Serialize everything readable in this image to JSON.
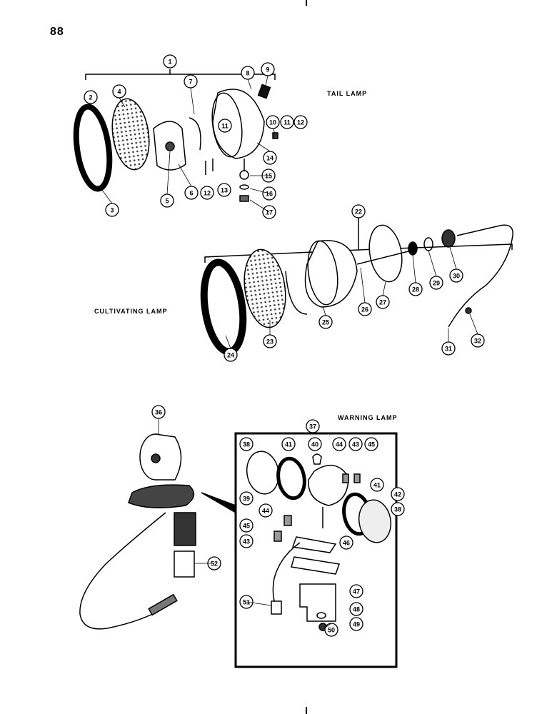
{
  "page_number": "88",
  "labels": {
    "tail_lamp": "TAIL LAMP",
    "cultivating_lamp": "CULTIVATING LAMP",
    "warning_lamp": "WARNING LAMP"
  },
  "callouts": {
    "tail": [
      "1",
      "2",
      "3",
      "4",
      "5",
      "6",
      "7",
      "8",
      "9",
      "10",
      "11",
      "11",
      "12",
      "12",
      "13",
      "14",
      "15",
      "16",
      "17"
    ],
    "cultivating": [
      "22",
      "23",
      "24",
      "25",
      "26",
      "27",
      "28",
      "29",
      "30",
      "31",
      "32"
    ],
    "warning": [
      "36",
      "37",
      "38",
      "38",
      "39",
      "40",
      "41",
      "41",
      "42",
      "43",
      "43",
      "44",
      "44",
      "45",
      "45",
      "46",
      "47",
      "48",
      "49",
      "50",
      "51",
      "52"
    ]
  }
}
